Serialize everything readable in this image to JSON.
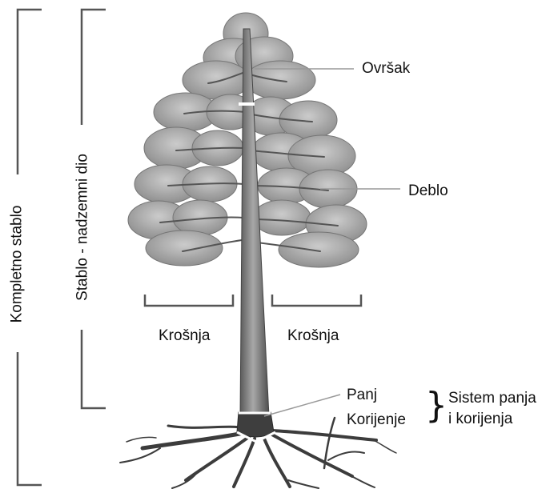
{
  "labels": {
    "complete_tree": "Kompletno stablo",
    "above_ground": "Stablo - nadzemni dio",
    "top": "Ovršak",
    "trunk": "Deblo",
    "crown_left": "Krošnja",
    "crown_right": "Krošnja",
    "stump": "Panj",
    "roots": "Korijenje",
    "brace": "}",
    "stump_root_system_line1": "Sistem panja",
    "stump_root_system_line2": "i korijenja"
  },
  "colors": {
    "text": "#111111",
    "bracket": "#555555",
    "leader": "#999999",
    "foliage_dark": "#6f6f6f",
    "foliage_light": "#b9b9b9",
    "trunk": "#7a7a7a"
  }
}
